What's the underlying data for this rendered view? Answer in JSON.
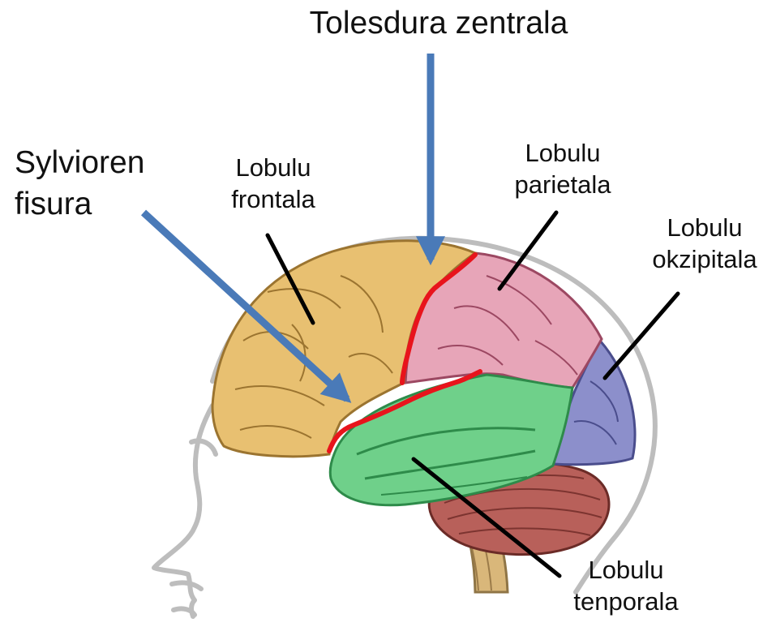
{
  "colors": {
    "frontal": "#e8c071",
    "parietal": "#e7a5b8",
    "occipital": "#8c8fcb",
    "temporal": "#6fd08a",
    "cerebellum": "#b8605a",
    "brainstem": "#d9b77a",
    "outline": "#bcbcbc",
    "fissure_line": "#e8141c",
    "arrow": "#4a7ab8",
    "pointer": "#000000"
  },
  "labels": {
    "central_sulcus": "Tolesdura zentrala",
    "sylvian_line1": "Sylvioren",
    "sylvian_line2": "fisura",
    "frontal_line1": "Lobulu",
    "frontal_line2": "frontala",
    "parietal_line1": "Lobulu",
    "parietal_line2": "parietala",
    "occipital_line1": "Lobulu",
    "occipital_line2": "okzipitala",
    "temporal_line1": "Lobulu",
    "temporal_line2": "tenporala"
  }
}
